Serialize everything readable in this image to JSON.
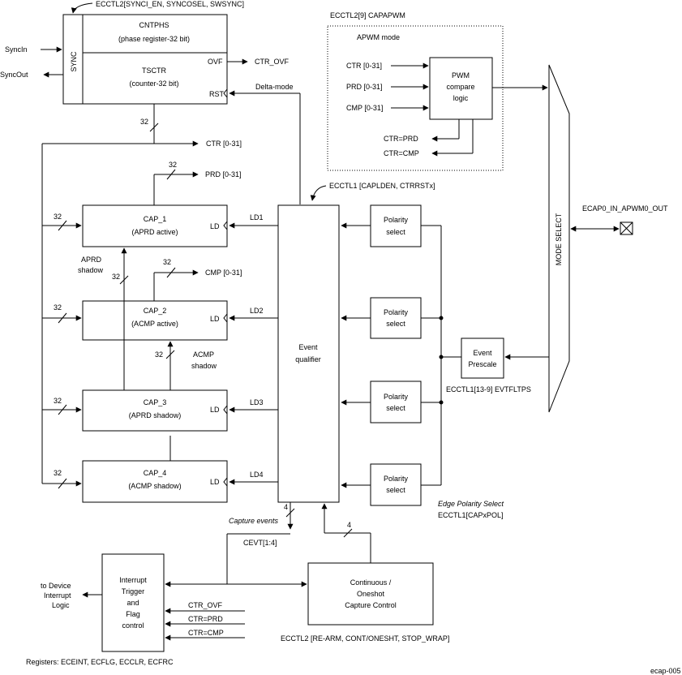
{
  "sync_block": {
    "header": "ECCTL2[SYNCI_EN, SYNCOSEL, SWSYNC]",
    "sync_label": "SYNC",
    "cntphs": "CNTPHS",
    "cntphs_desc": "(phase register-32 bit)",
    "tsctr": "TSCTR",
    "tsctr_desc": "(counter-32 bit)",
    "ovf": "OVF",
    "rst": "RST",
    "syncin": "SyncIn",
    "syncout": "SyncOut",
    "ctr_ovf": "CTR_OVF",
    "delta_mode": "Delta-mode"
  },
  "apwm": {
    "header": "ECCTL2[9] CAPAPWM",
    "mode_label": "APWM mode",
    "inputs": [
      "CTR [0-31]",
      "PRD [0-31]",
      "CMP [0-31]"
    ],
    "logic": [
      "PWM",
      "compare",
      "logic"
    ],
    "outputs": [
      "CTR=PRD",
      "CTR=CMP"
    ]
  },
  "buses": {
    "ctr": "CTR [0-31]",
    "prd": "PRD [0-31]",
    "cmp": "CMP [0-31]",
    "width32": "32",
    "width4": "4"
  },
  "caps": [
    {
      "name": "CAP_1",
      "mode": "(APRD active)",
      "ld_pin": "LD",
      "ld_line": "LD1"
    },
    {
      "name": "CAP_2",
      "mode": "(ACMP active)",
      "ld_pin": "LD",
      "ld_line": "LD2"
    },
    {
      "name": "CAP_3",
      "mode": "(APRD shadow)",
      "ld_pin": "LD",
      "ld_line": "LD3"
    },
    {
      "name": "CAP_4",
      "mode": "(ACMP shadow)",
      "ld_pin": "LD",
      "ld_line": "LD4"
    }
  ],
  "shadows": {
    "aprd": [
      "APRD",
      "shadow"
    ],
    "acmp": [
      "ACMP",
      "shadow"
    ]
  },
  "event_qualifier": {
    "header": "ECCTL1 [CAPLDEN, CTRRSTx]",
    "label": [
      "Event",
      "qualifier"
    ]
  },
  "polarity": {
    "label": [
      "Polarity",
      "select"
    ],
    "caption": "Edge Polarity Select",
    "register": "ECCTL1[CAPxPOL]"
  },
  "prescale": {
    "label": [
      "Event",
      "Prescale"
    ],
    "register": "ECCTL1[13-9] EVTFLTPS"
  },
  "mode_select": {
    "label": "MODE SELECT",
    "pin": "ECAP0_IN_APWM0_OUT"
  },
  "interrupt": {
    "label": [
      "Interrupt",
      "Trigger",
      "and",
      "Flag",
      "control"
    ],
    "to_device": [
      "to Device",
      "Interrupt",
      "Logic"
    ],
    "inputs": [
      "CTR_OVF",
      "CTR=PRD",
      "CTR=CMP"
    ],
    "registers": "Registers:  ECEINT, ECFLG, ECCLR, ECFRC"
  },
  "capture_control": {
    "label": [
      "Continuous /",
      "Oneshot",
      "Capture Control"
    ],
    "register": "ECCTL2 [RE-ARM, CONT/ONESHT, STOP_WRAP]",
    "capture_events": "Capture events",
    "cevt": "CEVT[1:4]"
  },
  "footer_id": "ecap-005"
}
